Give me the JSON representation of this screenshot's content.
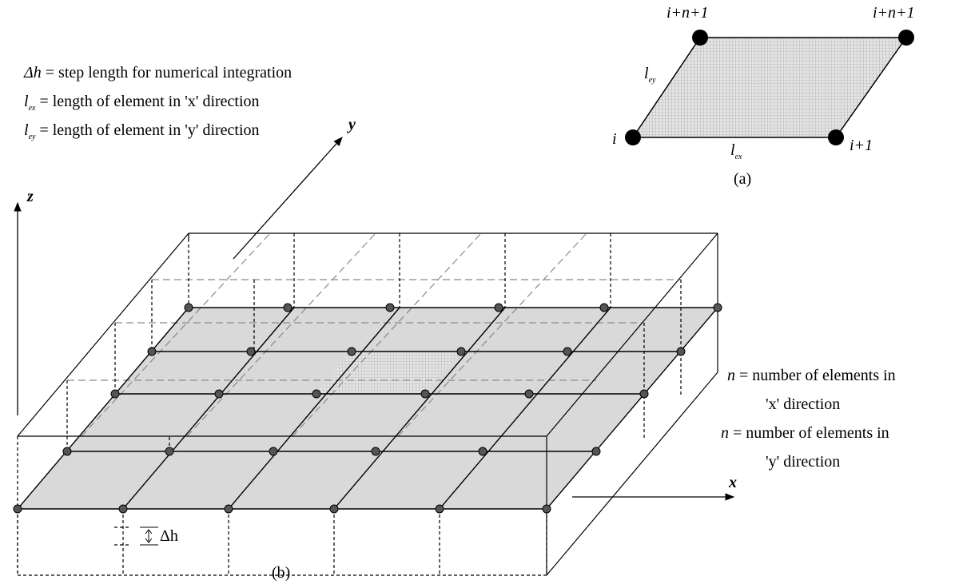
{
  "legend": {
    "dh_symbol": "Δh",
    "dh_eq": " = ",
    "dh_desc": "step length for numerical integration",
    "lex_symbol": "l",
    "lex_sub": "ex",
    "lex_eq": " = ",
    "lex_desc": "length of element in 'x' direction",
    "ley_symbol": "l",
    "ley_sub": "ey",
    "ley_eq": " = ",
    "ley_desc": "length of element in 'y' direction"
  },
  "element": {
    "node_top_left": "i+n+1",
    "node_top_right": "i+n+1",
    "node_bottom_left": "i",
    "node_bottom_right": "i+1",
    "side_ey_symbol": "l",
    "side_ey_sub": "ey",
    "side_ex_symbol": "l",
    "side_ex_sub": "ex",
    "caption": "(a)"
  },
  "mesh": {
    "axis_z": "z",
    "axis_y": "y",
    "axis_x": "x",
    "step_label": "Δh",
    "caption": "(b)"
  },
  "notes": {
    "n_x_symbol": "n",
    "n_x_eq": " =  ",
    "n_x_line1": "number of elements in",
    "n_x_line2": "'x' direction",
    "n_y_symbol": "n",
    "n_y_eq": " =  ",
    "n_y_line1": "number of elements in",
    "n_y_line2": "'y' direction"
  }
}
